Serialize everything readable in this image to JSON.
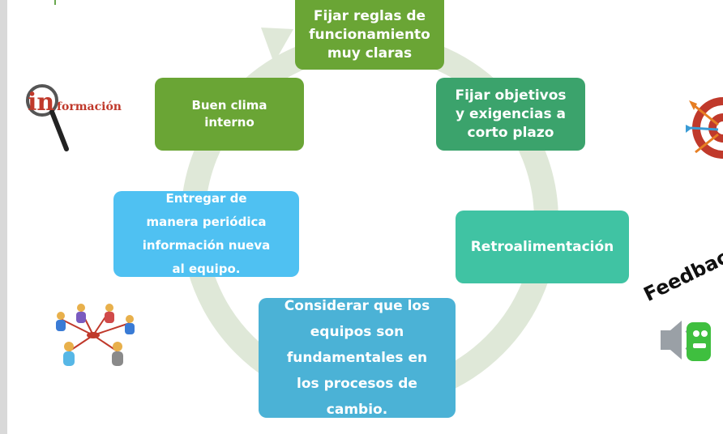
{
  "cycle": {
    "steps": [
      "Fijar reglas de\nfuncionamiento\nmuy claras",
      "Fijar objetivos\ny exigencias a\ncorto plazo",
      "Retroalimentación",
      "Considerar que los\nequipos son\nfundamentales en\nlos procesos de\ncambio.",
      "Entregar de\nmanera periódica\ninformación nueva\nal equipo.",
      "Buen clima\ninterno"
    ]
  },
  "images": {
    "info_word": "formación",
    "feedback_word": "Feedbac"
  },
  "colors": {
    "ring": "#dfe8d8",
    "green": "#6aa535",
    "teal_green": "#3ba36c",
    "mint": "#40c3a3",
    "blue": "#4bb2d6",
    "sky": "#4fc1f2"
  }
}
